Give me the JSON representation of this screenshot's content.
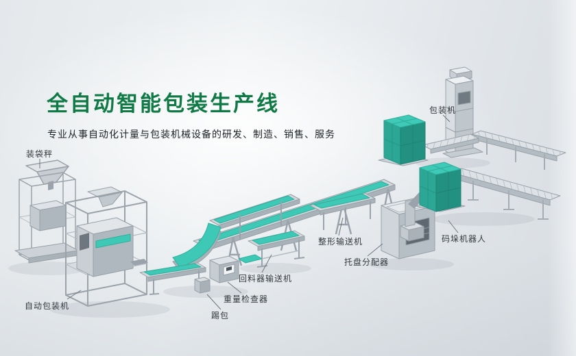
{
  "hero": {
    "title": "全自动智能包装生产线",
    "subtitle": "专业从事自动化计量与包装机械设备的研发、制造、销售、服务"
  },
  "machine_labels": {
    "bagging_scale": "装袋秤",
    "packing_machine": "包装机",
    "auto_packing_machine": "自动包装机",
    "kick_bag": "踢包",
    "weight_checker": "重量检查器",
    "return_feeder_conveyor": "回料器输送机",
    "shaping_conveyor": "整形输送机",
    "pallet_dispenser": "托盘分配器",
    "palletizing_robot": "码垛机器人"
  },
  "colors": {
    "title_green": "#0f7a46",
    "belt_teal": "#3ec9b6",
    "machine_gray_light": "#e6eaed",
    "machine_gray_dark": "#aab2b9",
    "label_text": "#33383d"
  }
}
